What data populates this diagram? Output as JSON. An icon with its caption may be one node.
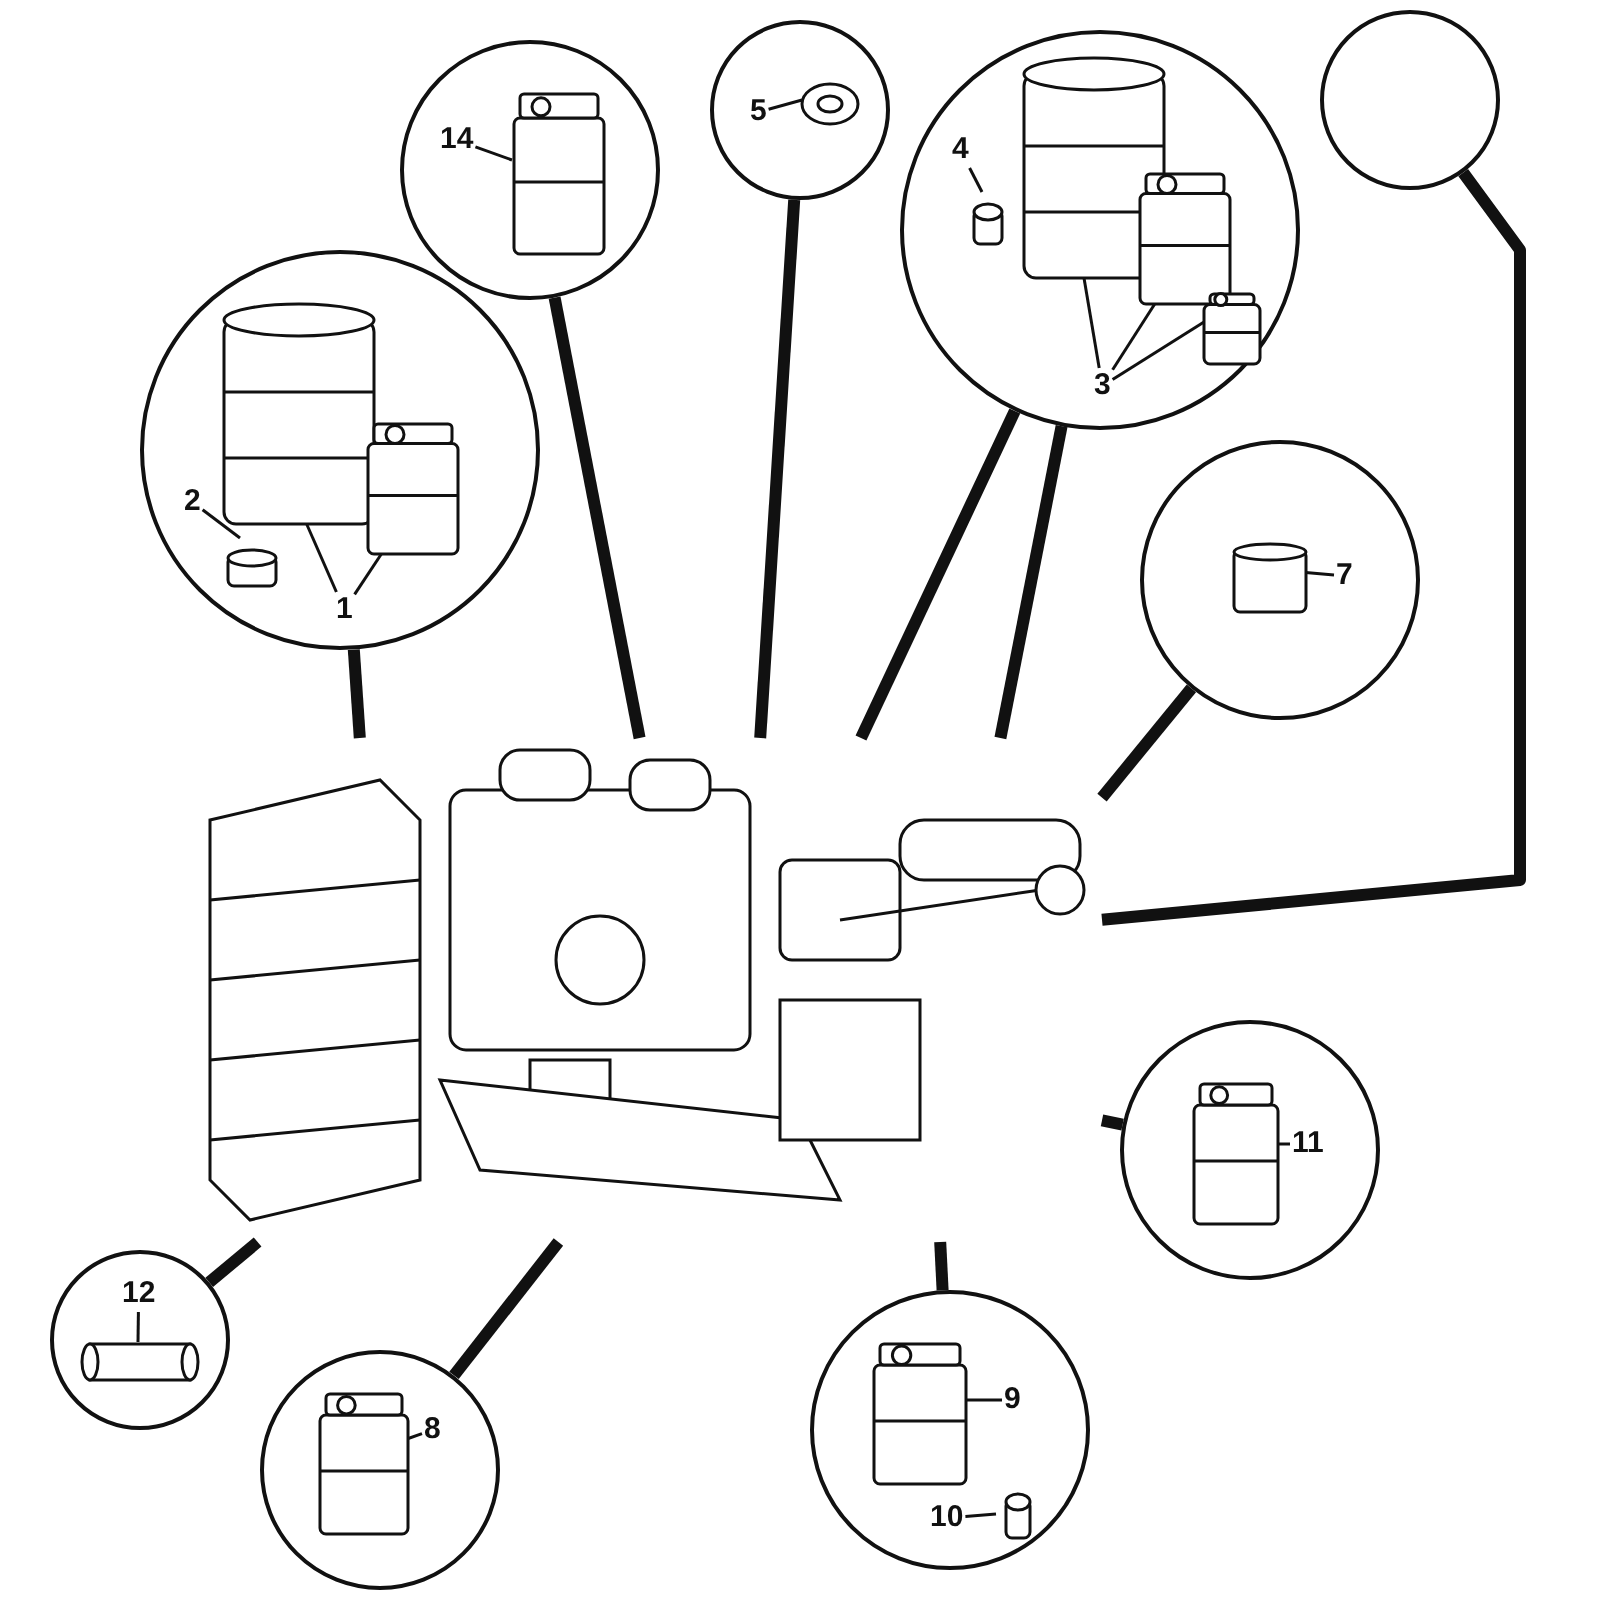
{
  "diagram": {
    "nodes": [
      {
        "text": [],
        "shape": "circle"
      },
      {
        "text": [
          "14"
        ],
        "in": 0
      },
      {
        "text": [],
        "shape": "circle"
      },
      {
        "text": [
          "5"
        ],
        "in": 2
      },
      {
        "text": [],
        "shape": "circle"
      },
      {
        "text": [
          "4"
        ],
        "in": 4
      },
      {
        "text": [
          "3"
        ],
        "in": 4
      },
      {
        "text": [],
        "shape": "circle"
      },
      {
        "text": [],
        "shape": "circle"
      },
      {
        "text": [
          "2"
        ],
        "in": 8
      },
      {
        "text": [
          "1"
        ],
        "in": 8
      },
      {
        "text": [],
        "shape": "circle"
      },
      {
        "text": [
          "7"
        ],
        "in": 11
      },
      {
        "text": [],
        "shape": "picture"
      },
      {
        "text": [],
        "shape": "circle"
      },
      {
        "text": [
          "11"
        ],
        "in": 14
      },
      {
        "text": [],
        "shape": "circle"
      },
      {
        "text": [
          "12"
        ],
        "in": 16
      },
      {
        "text": [],
        "shape": "circle"
      },
      {
        "text": [
          "9"
        ],
        "in": 18
      },
      {
        "text": [
          "10"
        ],
        "in": 18
      },
      {
        "text": [],
        "shape": "circle"
      },
      {
        "text": [
          "8"
        ],
        "in": 21
      }
    ],
    "edges": [
      {
        "from": 0,
        "to": 13,
        "arrow": "none",
        "style": "thick"
      },
      {
        "from": 1,
        "to": null,
        "arrow": "none"
      },
      {
        "from": 2,
        "to": 13,
        "arrow": "none",
        "style": "thick"
      },
      {
        "from": 3,
        "to": null,
        "arrow": "none"
      },
      {
        "from": 4,
        "to": 13,
        "arrow": "none",
        "style": "thick"
      },
      {
        "from": 4,
        "to": 13,
        "arrow": "none",
        "style": "thick"
      },
      {
        "from": 5,
        "to": null,
        "arrow": "none"
      },
      {
        "from": 6,
        "to": null,
        "arrow": "none"
      },
      {
        "from": 6,
        "to": null,
        "arrow": "none"
      },
      {
        "from": 6,
        "to": null,
        "arrow": "none"
      },
      {
        "from": 7,
        "to": 13,
        "arrow": "none",
        "style": "thick"
      },
      {
        "from": 8,
        "to": 13,
        "arrow": "none",
        "style": "thick"
      },
      {
        "from": 9,
        "to": null,
        "arrow": "none"
      },
      {
        "from": 10,
        "to": null,
        "arrow": "none"
      },
      {
        "from": 10,
        "to": null,
        "arrow": "none"
      },
      {
        "from": 11,
        "to": 13,
        "arrow": "none",
        "style": "thick"
      },
      {
        "from": 12,
        "to": null,
        "arrow": "none"
      },
      {
        "from": 14,
        "to": 13,
        "arrow": "none",
        "style": "thick"
      },
      {
        "from": 15,
        "to": null,
        "arrow": "none"
      },
      {
        "from": 16,
        "to": 13,
        "arrow": "none",
        "style": "thick"
      },
      {
        "from": 17,
        "to": null,
        "arrow": "none"
      },
      {
        "from": 18,
        "to": 13,
        "arrow": "none",
        "style": "thick"
      },
      {
        "from": 19,
        "to": null,
        "arrow": "none"
      },
      {
        "from": 20,
        "to": null,
        "arrow": "none"
      },
      {
        "from": 21,
        "to": 13,
        "arrow": "none",
        "style": "thick"
      },
      {
        "from": 22,
        "to": null,
        "arrow": "none"
      }
    ]
  }
}
